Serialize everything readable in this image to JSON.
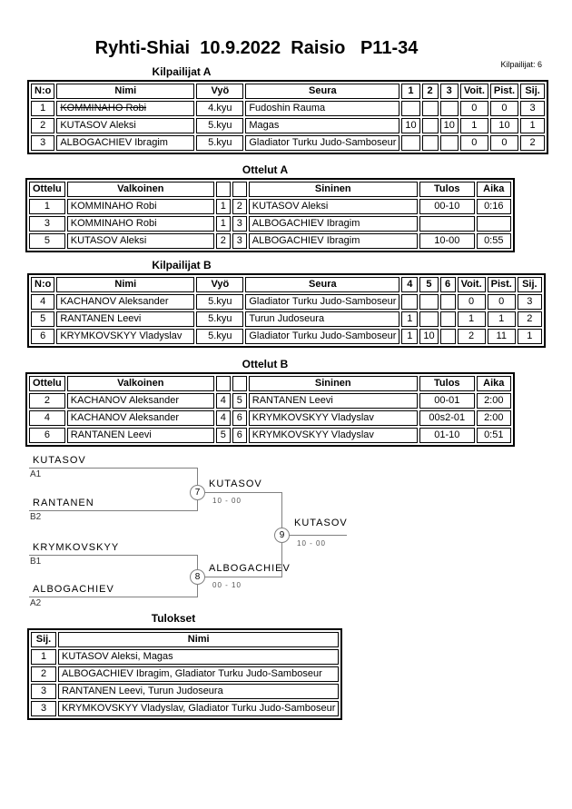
{
  "page": {
    "title": "Ryhti-Shiai  10.9.2022  Raisio   P11-34",
    "competitors_label": "Kilpailijat: 6"
  },
  "pool_a": {
    "title": "Kilpailijat A",
    "headers": {
      "no": "N:o",
      "name": "Nimi",
      "belt": "Vyö",
      "club": "Seura",
      "r1": "1",
      "r2": "2",
      "r3": "3",
      "wins": "Voit.",
      "points": "Pist.",
      "place": "Sij."
    },
    "rows": [
      {
        "no": "1",
        "name": "KOMMINAHO Robi",
        "withdrawn": true,
        "belt": "4.kyu",
        "club": "Fudoshin Rauma",
        "r1": "",
        "r2": "",
        "r3": "",
        "wins": "0",
        "points": "0",
        "place": "3"
      },
      {
        "no": "2",
        "name": "KUTASOV Aleksi",
        "belt": "5.kyu",
        "club": "Magas",
        "r1": "10",
        "r2": "",
        "r3": "10",
        "wins": "1",
        "points": "10",
        "place": "1"
      },
      {
        "no": "3",
        "name": "ALBOGACHIEV Ibragim",
        "belt": "5.kyu",
        "club": "Gladiator Turku Judo-Samboseur",
        "r1": "",
        "r2": "",
        "r3": "",
        "wins": "0",
        "points": "0",
        "place": "2"
      }
    ]
  },
  "matches_a": {
    "title": "Ottelut A",
    "headers": {
      "match": "Ottelu",
      "white": "Valkoinen",
      "blue": "Sininen",
      "result": "Tulos",
      "time": "Aika"
    },
    "rows": [
      {
        "match": "1",
        "white": "KOMMINAHO Robi",
        "white_no": "1",
        "blue_no": "2",
        "blue": "KUTASOV Aleksi",
        "result": "00-10",
        "time": "0:16"
      },
      {
        "match": "3",
        "white": "KOMMINAHO Robi",
        "white_no": "1",
        "blue_no": "3",
        "blue": "ALBOGACHIEV Ibragim",
        "result": "",
        "time": ""
      },
      {
        "match": "5",
        "white": "KUTASOV Aleksi",
        "white_no": "2",
        "blue_no": "3",
        "blue": "ALBOGACHIEV Ibragim",
        "result": "10-00",
        "time": "0:55"
      }
    ]
  },
  "pool_b": {
    "title": "Kilpailijat B",
    "headers": {
      "no": "N:o",
      "name": "Nimi",
      "belt": "Vyö",
      "club": "Seura",
      "r1": "4",
      "r2": "5",
      "r3": "6",
      "wins": "Voit.",
      "points": "Pist.",
      "place": "Sij."
    },
    "rows": [
      {
        "no": "4",
        "name": "KACHANOV Aleksander",
        "belt": "5.kyu",
        "club": "Gladiator Turku Judo-Samboseur",
        "r1": "",
        "r2": "",
        "r3": "",
        "wins": "0",
        "points": "0",
        "place": "3"
      },
      {
        "no": "5",
        "name": "RANTANEN Leevi",
        "belt": "5.kyu",
        "club": "Turun Judoseura",
        "r1": "1",
        "r2": "",
        "r3": "",
        "wins": "1",
        "points": "1",
        "place": "2"
      },
      {
        "no": "6",
        "name": "KRYMKOVSKYY Vladyslav",
        "belt": "5.kyu",
        "club": "Gladiator Turku Judo-Samboseur",
        "r1": "1",
        "r2": "10",
        "r3": "",
        "wins": "2",
        "points": "11",
        "place": "1"
      }
    ]
  },
  "matches_b": {
    "title": "Ottelut B",
    "headers": {
      "match": "Ottelu",
      "white": "Valkoinen",
      "blue": "Sininen",
      "result": "Tulos",
      "time": "Aika"
    },
    "rows": [
      {
        "match": "2",
        "white": "KACHANOV Aleksander",
        "white_no": "4",
        "blue_no": "5",
        "blue": "RANTANEN Leevi",
        "result": "00-01",
        "time": "2:00"
      },
      {
        "match": "4",
        "white": "KACHANOV Aleksander",
        "white_no": "4",
        "blue_no": "6",
        "blue": "KRYMKOVSKYY Vladyslav",
        "result": "00s2-01",
        "time": "2:00"
      },
      {
        "match": "6",
        "white": "RANTANEN Leevi",
        "white_no": "5",
        "blue_no": "6",
        "blue": "KRYMKOVSKYY Vladyslav",
        "result": "01-10",
        "time": "0:51"
      }
    ]
  },
  "bracket": {
    "slots": [
      {
        "name": "KUTASOV",
        "seed": "A1"
      },
      {
        "name": "RANTANEN",
        "seed": "B2"
      },
      {
        "name": "KRYMKOVSKYY",
        "seed": "B1"
      },
      {
        "name": "ALBOGACHIEV",
        "seed": "A2"
      }
    ],
    "semi1": {
      "no": "7",
      "winner": "KUTASOV",
      "score": "10 - 00"
    },
    "semi2": {
      "no": "8",
      "winner": "ALBOGACHIEV",
      "score": "00 - 10"
    },
    "final": {
      "no": "9",
      "winner": "KUTASOV",
      "score": "10 - 00"
    }
  },
  "results": {
    "title": "Tulokset",
    "headers": {
      "place": "Sij.",
      "name": "Nimi"
    },
    "rows": [
      {
        "place": "1",
        "name": "KUTASOV Aleksi, Magas"
      },
      {
        "place": "2",
        "name": "ALBOGACHIEV Ibragim, Gladiator Turku Judo-Samboseur"
      },
      {
        "place": "3",
        "name": "RANTANEN Leevi, Turun Judoseura"
      },
      {
        "place": "3",
        "name": "KRYMKOVSKYY Vladyslav, Gladiator Turku Judo-Samboseur"
      }
    ]
  }
}
